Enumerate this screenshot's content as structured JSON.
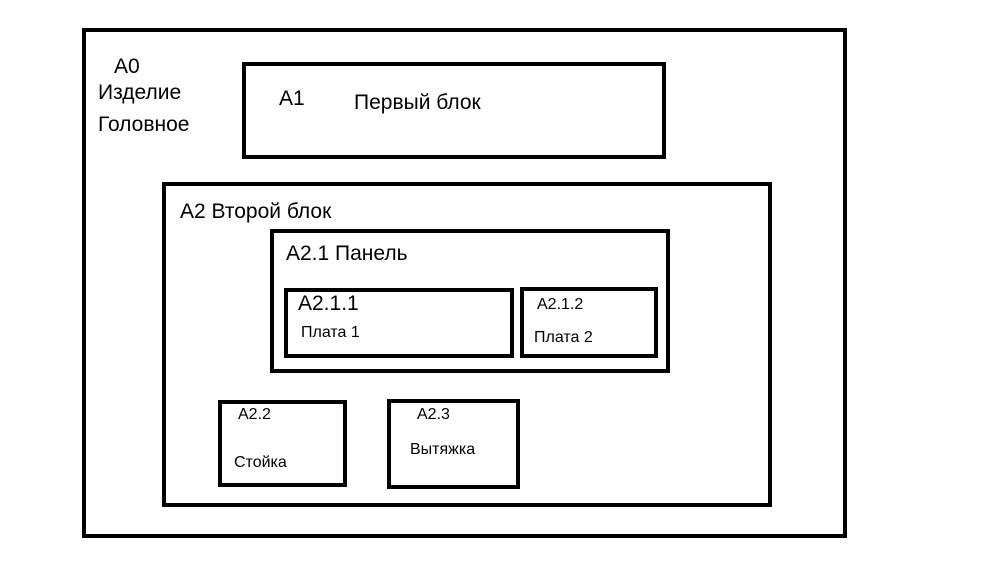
{
  "a0": {
    "code": "A0",
    "name_line1": "Изделие",
    "name_line2": "Головное"
  },
  "a1": {
    "code": "A1",
    "name": "Первый блок"
  },
  "a2": {
    "title": "А2 Второй блок"
  },
  "a2_1": {
    "title": "А2.1 Панель"
  },
  "a2_1_1": {
    "code": "А2.1.1",
    "name": "Плата 1"
  },
  "a2_1_2": {
    "code": "А2.1.2",
    "name": "Плата 2"
  },
  "a2_2": {
    "code": "А2.2",
    "name": "Стойка"
  },
  "a2_3": {
    "code": "А2.3",
    "name": "Вытяжка"
  }
}
